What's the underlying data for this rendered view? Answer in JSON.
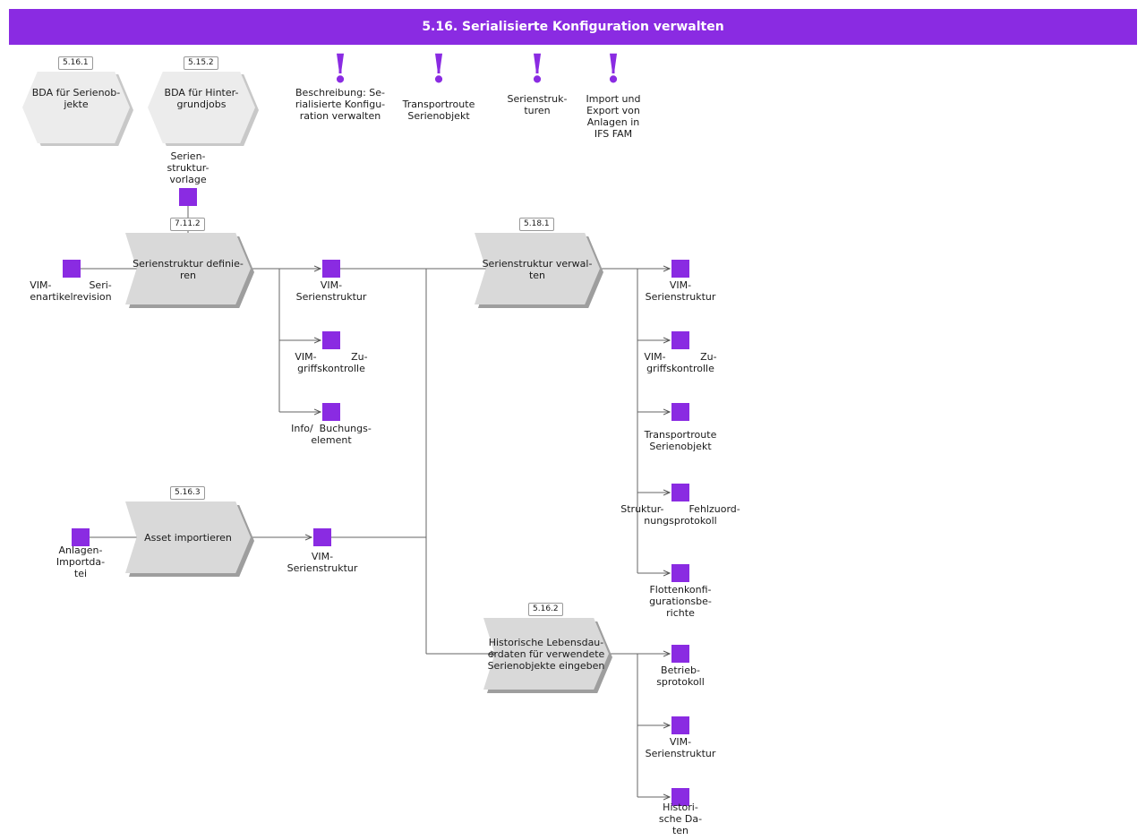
{
  "title": "5.16. Serialisierte Konfiguration verwalten",
  "colors": {
    "accent": "#8a2be2",
    "process": "#d9d9d9",
    "hexagon": "#ececec",
    "connector": "#555555"
  },
  "nav_hexagons": [
    {
      "id": "5.16.1",
      "label": "BDA für Serienob-\njekte"
    },
    {
      "id": "5.15.2",
      "label": "BDA für Hinter-\ngrundjobs"
    }
  ],
  "notes": [
    {
      "label": "Beschreibung: Se-\nrialisierte Konfigu-\nration verwalten"
    },
    {
      "label": "Transportroute\nSerienobjekt"
    },
    {
      "label": "Serienstruk-\nturen"
    },
    {
      "label": "Import und\nExport von\nAnlagen in\nIFS FAM"
    }
  ],
  "processes": [
    {
      "id": "7.11.2",
      "label": "Serienstruktur definie-\nren"
    },
    {
      "id": "5.18.1",
      "label": "Serienstruktur verwal-\nten"
    },
    {
      "id": "5.16.3",
      "label": "Asset importieren"
    },
    {
      "id": "5.16.2",
      "label": "Historische Lebensdau-\nerdaten für verwendete\nSerienobjekte eingeben"
    }
  ],
  "objects": {
    "serienstrukturvorlage": "Serien-\nstruktur-\nvorlage",
    "vim_serienartikelrevision": "VIM-            Seri-\nenartikelrevision",
    "def_out_1": "VIM-\nSerienstruktur",
    "def_out_2": "VIM-           Zu-\ngriffskontrolle",
    "def_out_3": "Info/  Buchungs-\nelement",
    "anlagen_importdatei": "Anlagen-\nImportda-\ntei",
    "import_out": "VIM-\nSerienstruktur",
    "ver_out_1": "VIM-\nSerienstruktur",
    "ver_out_2": "VIM-           Zu-\ngriffskontrolle",
    "ver_out_3": "Transportroute\nSerienobjekt",
    "ver_out_4": "Struktur-        Fehlzuord-\nnungsprotokoll",
    "ver_out_5": "Flottenkonfi-\ngurationsbe-\nrichte",
    "hist_out_1": "Betrieb-\nsprotokoll",
    "hist_out_2": "VIM-\nSerienstruktur",
    "hist_out_3": "Histori-\nsche Da-\nten"
  }
}
